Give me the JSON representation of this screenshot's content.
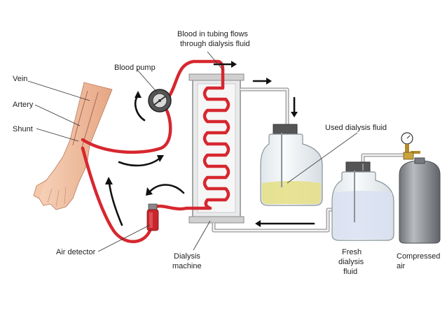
{
  "labels": {
    "blood_in_tubing_line1": "Blood in tubing flows",
    "blood_in_tubing_line2": "through dialysis fluid",
    "blood_pump": "Blood pump",
    "vein": "Vein",
    "artery": "Artery",
    "shunt": "Shunt",
    "used_dialysis_fluid": "Used dialysis fluid",
    "air_detector": "Air detector",
    "dialysis_machine_line1": "Dialysis",
    "dialysis_machine_line2": "machine",
    "fresh_fluid_line1": "Fresh",
    "fresh_fluid_line2": "dialysis",
    "fresh_fluid_line3": "fluid",
    "compressed_air_line1": "Compressed",
    "compressed_air_line2": "air"
  },
  "colors": {
    "blood": "#d7272f",
    "skin": "#f3c3a4",
    "used_fluid": "#e6e08a",
    "fresh_fluid": "#d9e0f1",
    "cylinder": "#8f9397",
    "pipe": "#9a9a9a",
    "glass": "#eef2f4"
  }
}
